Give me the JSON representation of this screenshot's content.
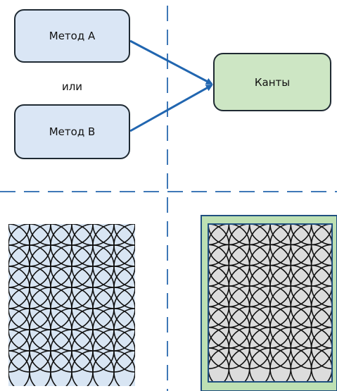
{
  "method_a_label": "Метод А",
  "method_b_label": "Метод В",
  "or_label": "или",
  "result_label": "Канты",
  "colors": {
    "method_fill": "#dae6f5",
    "result_fill": "#cde6c4",
    "arrow": "#2166b0",
    "divider": "#3f78b7",
    "panel_left_fill": "#d8e5f3",
    "panel_right_border_fill": "#bde0b3",
    "panel_right_inner_fill": "#dcdcdc",
    "panel_right_frame": "#1f4f80",
    "pattern_stroke": "#111111"
  },
  "icons": {
    "left_panel": "circle-lattice-quilt-top",
    "right_panel": "circle-lattice-quilt-with-border"
  }
}
